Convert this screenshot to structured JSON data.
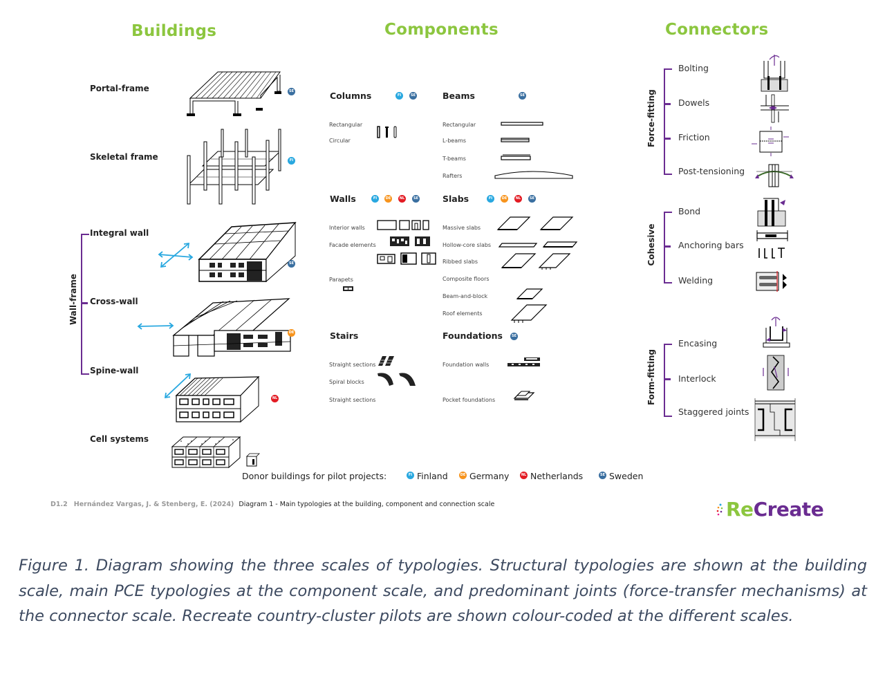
{
  "colors": {
    "title_green": "#8cc63f",
    "bracket_purple": "#6a2c91",
    "arrow_blue": "#29a8e0",
    "finland": "#29a8e0",
    "germany": "#f7941d",
    "netherlands": "#e31b23",
    "sweden": "#3a6fa0",
    "caption_text": "#3d4a60"
  },
  "sections": {
    "buildings": "Buildings",
    "components": "Components",
    "connectors": "Connectors"
  },
  "buildings": {
    "portal_frame": {
      "label": "Portal-frame",
      "badge": "SE"
    },
    "skeletal_frame": {
      "label": "Skeletal frame",
      "badge": "FI"
    },
    "wall_frame_group": "Wall-frame",
    "integral_wall": {
      "label": "Integral wall",
      "badge": "SE"
    },
    "cross_wall": {
      "label": "Cross-wall",
      "badge": "DE"
    },
    "spine_wall": {
      "label": "Spine-wall",
      "badge": "NL"
    },
    "cell_systems": {
      "label": "Cell systems"
    }
  },
  "components": {
    "columns": {
      "title": "Columns",
      "badges": [
        "FI",
        "SE"
      ],
      "items": [
        "Rectangular",
        "Circular"
      ]
    },
    "beams": {
      "title": "Beams",
      "badges": [
        "SE"
      ],
      "items": [
        "Rectangular",
        "L-beams",
        "T-beams",
        "Rafters"
      ]
    },
    "walls": {
      "title": "Walls",
      "badges": [
        "FI",
        "DE",
        "NL",
        "SE"
      ],
      "items": [
        "Interior walls",
        "Facade elements",
        "Parapets"
      ]
    },
    "slabs": {
      "title": "Slabs",
      "badges": [
        "FI",
        "DE",
        "NL",
        "SE"
      ],
      "items": [
        "Massive slabs",
        "Hollow-core slabs",
        "Ribbed slabs",
        "Composite floors",
        "Beam-and-block",
        "Roof elements"
      ]
    },
    "stairs": {
      "title": "Stairs",
      "items": [
        "Straight sections",
        "Spiral blocks",
        "Straight sections"
      ]
    },
    "foundations": {
      "title": "Foundations",
      "badges": [
        "SE"
      ],
      "items": [
        "Foundation walls",
        "Pocket foundations"
      ]
    }
  },
  "connectors": {
    "force_fitting": {
      "group": "Force-fitting",
      "items": [
        "Bolting",
        "Dowels",
        "Friction",
        "Post-tensioning"
      ]
    },
    "cohesive": {
      "group": "Cohesive",
      "items": [
        "Bond",
        "Anchoring bars",
        "Welding"
      ]
    },
    "form_fitting": {
      "group": "Form-fitting",
      "items": [
        "Encasing",
        "Interlock",
        "Staggered joints"
      ]
    }
  },
  "legend": {
    "title": "Donor buildings for pilot projects:",
    "entries": [
      {
        "code": "FI",
        "label": "Finland"
      },
      {
        "code": "DE",
        "label": "Germany"
      },
      {
        "code": "NL",
        "label": "Netherlands"
      },
      {
        "code": "SE",
        "label": "Sweden"
      }
    ]
  },
  "footer": {
    "doc_id": "D1.2",
    "authors": "Hernández Vargas, J. & Stenberg, E. (2024)",
    "diagram_title": "Diagram 1 - Main typologies at the building, component and connection scale",
    "logo_re": "Re",
    "logo_create": "Create"
  },
  "caption": "Figure 1. Diagram showing the three scales of typologies. Structural typologies are shown at the building scale, main PCE typologies at the component scale, and predominant joints (force-transfer mechanisms) at the connector scale. Recreate country-cluster pilots are shown colour-coded at the different scales."
}
